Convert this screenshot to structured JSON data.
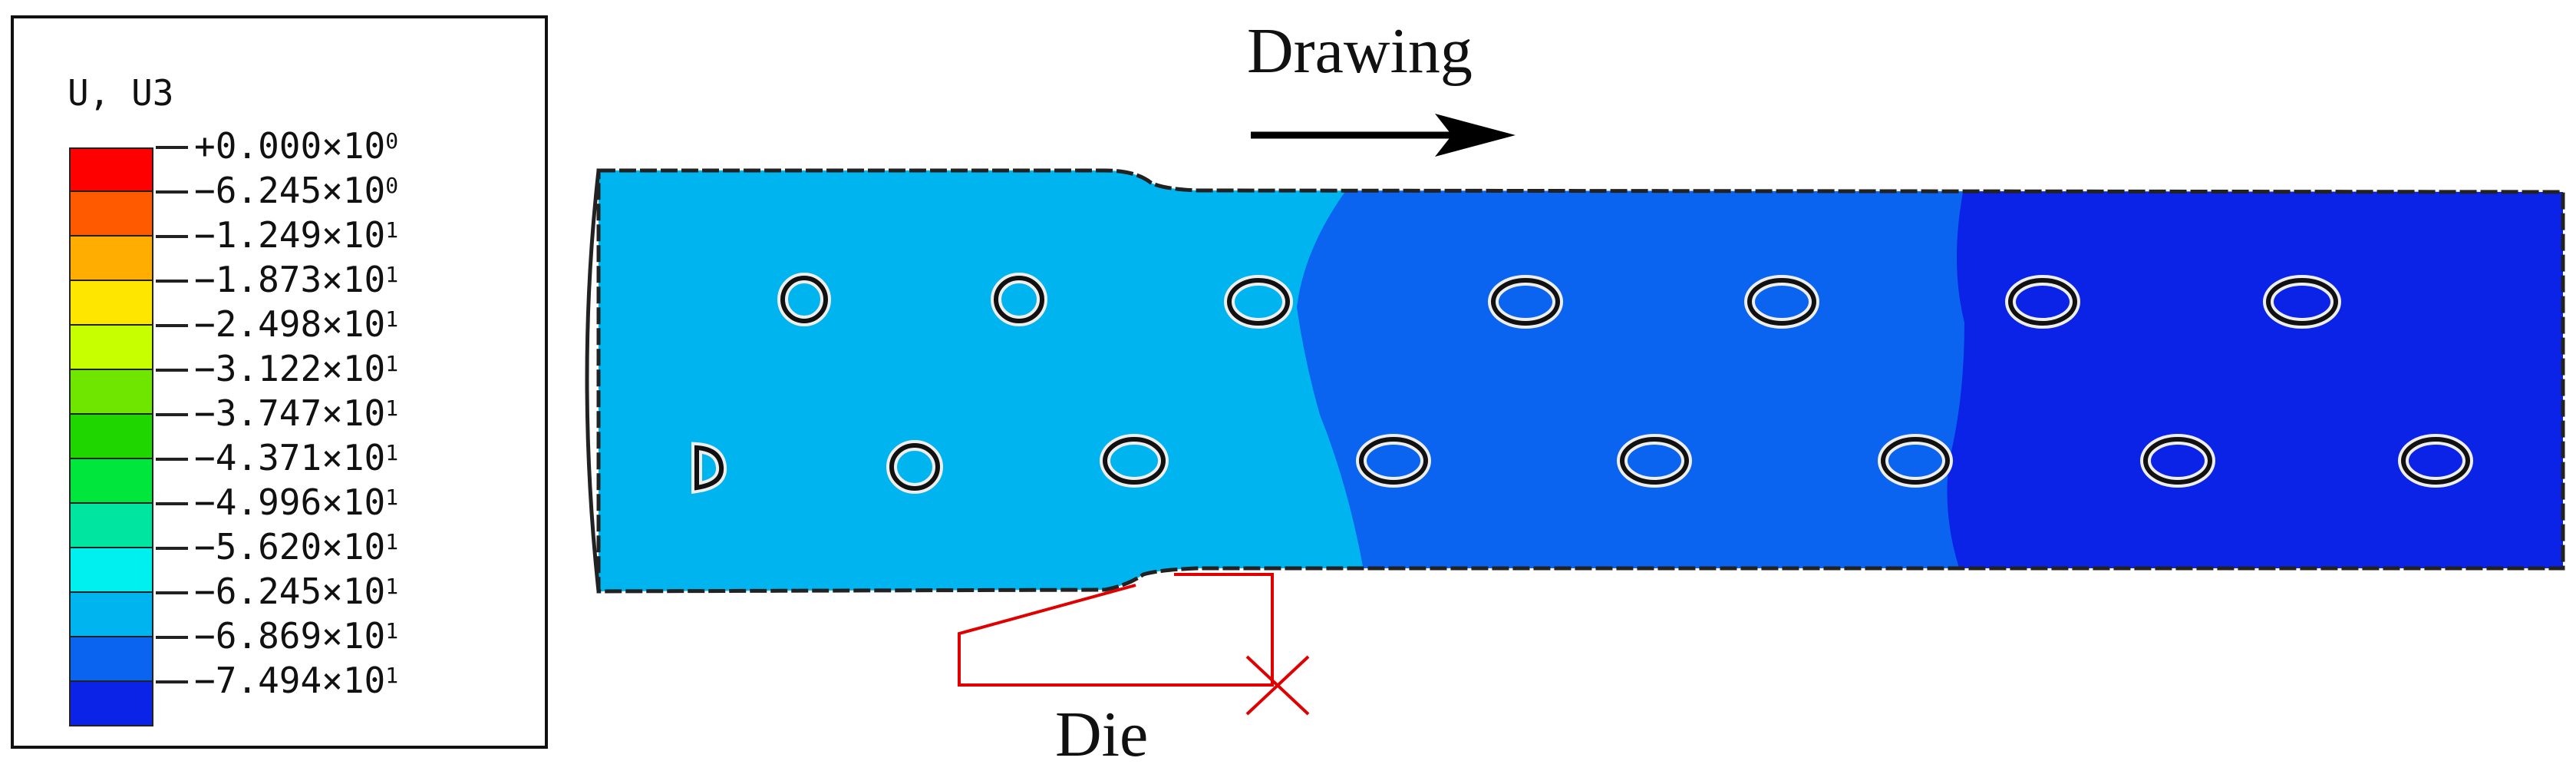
{
  "legend": {
    "title": "U, U3",
    "entries": [
      {
        "mantissa": "+0.000",
        "exponent": "0",
        "color": "#ff0000"
      },
      {
        "mantissa": "−6.245",
        "exponent": "0",
        "color": "#ff5a00"
      },
      {
        "mantissa": "−1.249",
        "exponent": "1",
        "color": "#ffae00"
      },
      {
        "mantissa": "−1.873",
        "exponent": "1",
        "color": "#ffe600"
      },
      {
        "mantissa": "−2.498",
        "exponent": "1",
        "color": "#c8ff00"
      },
      {
        "mantissa": "−3.122",
        "exponent": "1",
        "color": "#6ee600"
      },
      {
        "mantissa": "−3.747",
        "exponent": "1",
        "color": "#1fd600"
      },
      {
        "mantissa": "−4.371",
        "exponent": "1",
        "color": "#00e63c"
      },
      {
        "mantissa": "−4.996",
        "exponent": "1",
        "color": "#00e6a0"
      },
      {
        "mantissa": "−5.620",
        "exponent": "1",
        "color": "#00f0f0"
      },
      {
        "mantissa": "−6.245",
        "exponent": "1",
        "color": "#00b4f0"
      },
      {
        "mantissa": "−6.869",
        "exponent": "1",
        "color": "#0a64f0"
      },
      {
        "mantissa": "−7.494",
        "exponent": "1",
        "color": "#0a23e6"
      }
    ]
  },
  "labels": {
    "drawing": "Drawing",
    "die": "Die"
  },
  "colors": {
    "zone_light": "#00b4f0",
    "zone_mid": "#0a64f0",
    "zone_dark": "#0a23e6",
    "die": "#e00000",
    "arrow": "#000000"
  }
}
